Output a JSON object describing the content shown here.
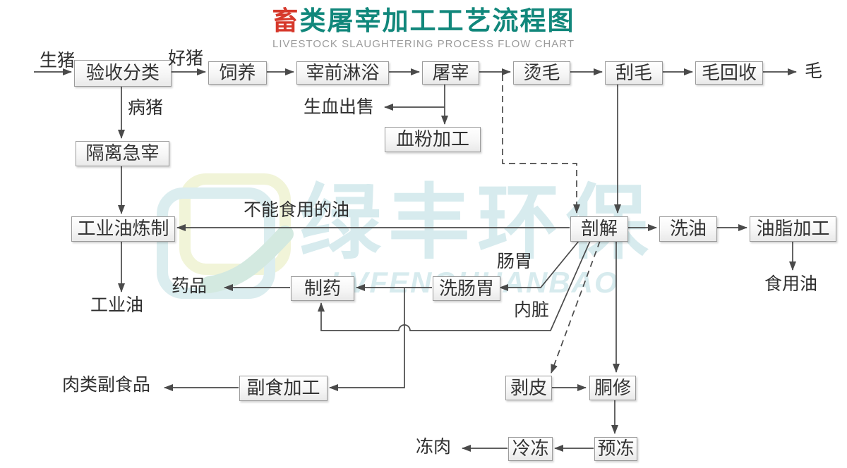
{
  "header": {
    "title_accent": "畜",
    "title_rest": "类屠宰加工工艺流程图",
    "subtitle": "LIVESTOCK SLAUGHTERING PROCESS FLOW CHART"
  },
  "watermark": {
    "cn": "绿丰环保",
    "en": "LVFENGHUANBAO"
  },
  "colors": {
    "title_accent": "#d6382b",
    "title_main": "#11877b",
    "subtitle": "#9b9b9b",
    "line": "#4a4a4a",
    "box_border": "#9b9b9b",
    "box_text": "#333333",
    "watermark": "#d7ebee"
  },
  "nodes": {
    "yanshoufenlei": "验收分类",
    "siyang": "饲养",
    "zaiqianlinyu": "宰前淋浴",
    "tuzai": "屠宰",
    "tangmao": "烫毛",
    "guamao": "刮毛",
    "maohuishou": "毛回收",
    "gelijizai": "隔离急宰",
    "xuefenjiagong": "血粉加工",
    "gongyeyoulianzhi": "工业油炼制",
    "poujie": "剖解",
    "xiyou": "洗油",
    "youzhijiagong": "油脂加工",
    "zhiyao": "制药",
    "xichangwei": "洗肠胃",
    "fushijiagong": "副食加工",
    "baopi": "剥皮",
    "dongxiu": "胴修",
    "lengdong": "冷冻",
    "yudong": "预冻"
  },
  "labels": {
    "shengzhu": "生猪",
    "haozhu": "好猪",
    "bingzhu": "病猪",
    "shengxuechushou": "生血出售",
    "mao": "毛",
    "bunengshiyongdeyou": "不能食用的油",
    "gongyeyou": "工业油",
    "yaopin": "药品",
    "changwei": "肠胃",
    "neizang": "内脏",
    "shiyongyou": "食用油",
    "rouleifushipin": "肉类副食品",
    "dongrou": "冻肉"
  },
  "edges": [
    {
      "from": "生猪",
      "to": "验收分类",
      "style": "solid"
    },
    {
      "from": "验收分类",
      "to": "饲养",
      "label": "好猪",
      "style": "solid"
    },
    {
      "from": "饲养",
      "to": "宰前淋浴",
      "style": "solid"
    },
    {
      "from": "宰前淋浴",
      "to": "屠宰",
      "style": "solid"
    },
    {
      "from": "屠宰",
      "to": "烫毛",
      "style": "solid"
    },
    {
      "from": "烫毛",
      "to": "刮毛",
      "style": "solid"
    },
    {
      "from": "刮毛",
      "to": "毛回收",
      "style": "solid"
    },
    {
      "from": "毛回收",
      "to": "毛",
      "style": "solid"
    },
    {
      "from": "验收分类",
      "to": "隔离急宰",
      "label": "病猪",
      "style": "solid"
    },
    {
      "from": "隔离急宰",
      "to": "工业油炼制",
      "style": "solid"
    },
    {
      "from": "工业油炼制",
      "to": "工业油",
      "style": "solid"
    },
    {
      "from": "屠宰",
      "to": "生血出售",
      "style": "solid"
    },
    {
      "from": "屠宰",
      "to": "血粉加工",
      "style": "solid"
    },
    {
      "from": "烫毛",
      "to": "剖解",
      "style": "dashed"
    },
    {
      "from": "刮毛",
      "to": "剖解",
      "style": "solid"
    },
    {
      "from": "剖解",
      "to": "工业油炼制",
      "label": "不能食用的油",
      "style": "solid"
    },
    {
      "from": "剖解",
      "to": "洗油",
      "style": "solid"
    },
    {
      "from": "洗油",
      "to": "油脂加工",
      "style": "solid"
    },
    {
      "from": "油脂加工",
      "to": "食用油",
      "style": "solid"
    },
    {
      "from": "剖解",
      "to": "洗肠胃",
      "label": "肠胃",
      "style": "solid"
    },
    {
      "from": "洗肠胃",
      "to": "制药",
      "style": "solid"
    },
    {
      "from": "制药",
      "to": "药品",
      "style": "solid"
    },
    {
      "from": "剖解",
      "to": "制药",
      "label": "内脏",
      "style": "solid"
    },
    {
      "from": "洗肠胃",
      "to": "副食加工",
      "style": "solid"
    },
    {
      "from": "副食加工",
      "to": "肉类副食品",
      "style": "solid"
    },
    {
      "from": "剖解",
      "to": "剥皮",
      "style": "dashed"
    },
    {
      "from": "剖解",
      "to": "胴修",
      "style": "solid"
    },
    {
      "from": "剥皮",
      "to": "胴修",
      "style": "solid"
    },
    {
      "from": "胴修",
      "to": "预冻",
      "style": "solid"
    },
    {
      "from": "预冻",
      "to": "冷冻",
      "style": "solid"
    },
    {
      "from": "冷冻",
      "to": "冻肉",
      "style": "solid"
    }
  ]
}
